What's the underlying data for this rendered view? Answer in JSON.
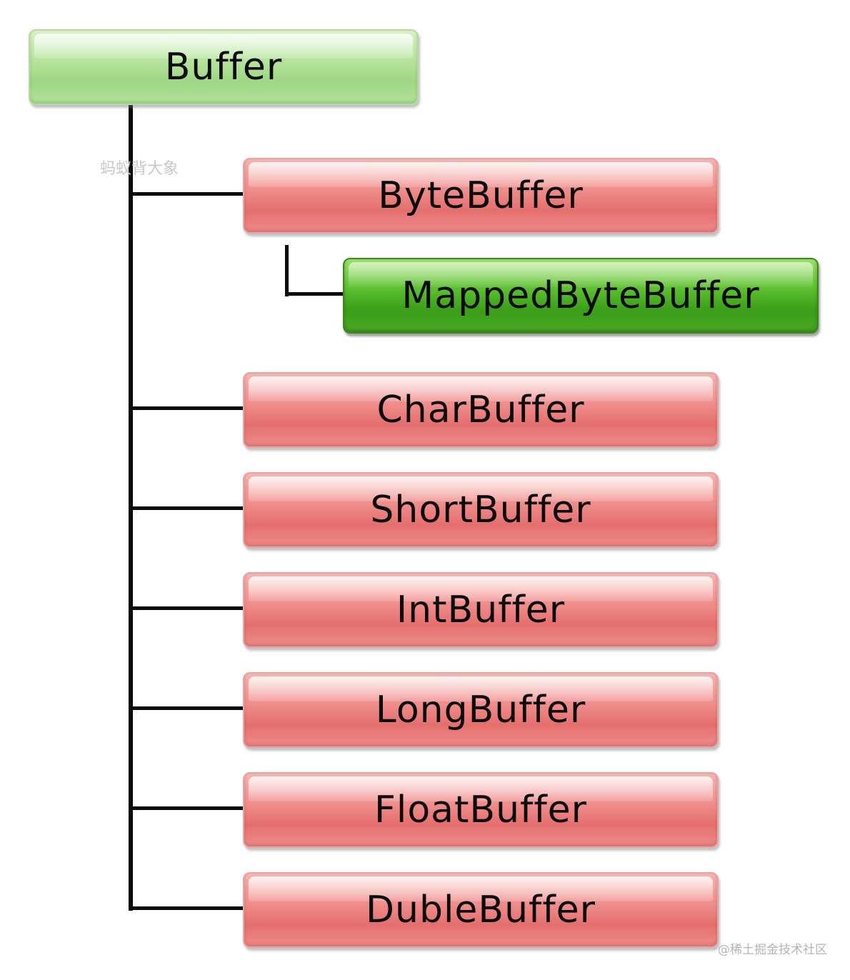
{
  "root": {
    "label": "Buffer"
  },
  "children": [
    {
      "label": "ByteBuffer",
      "child": {
        "label": "MappedByteBuffer"
      }
    },
    {
      "label": "CharBuffer"
    },
    {
      "label": "ShortBuffer"
    },
    {
      "label": "IntBuffer"
    },
    {
      "label": "LongBuffer"
    },
    {
      "label": "FloatBuffer"
    },
    {
      "label": "DubleBuffer"
    }
  ],
  "watermark": "蚂蚁背大象",
  "credit": "@稀土掘金技术社区",
  "colors": {
    "root": "#b3e29a",
    "child": "#ee8a88",
    "grandchild": "#3a9e18",
    "connector": "#0a0a0a"
  }
}
